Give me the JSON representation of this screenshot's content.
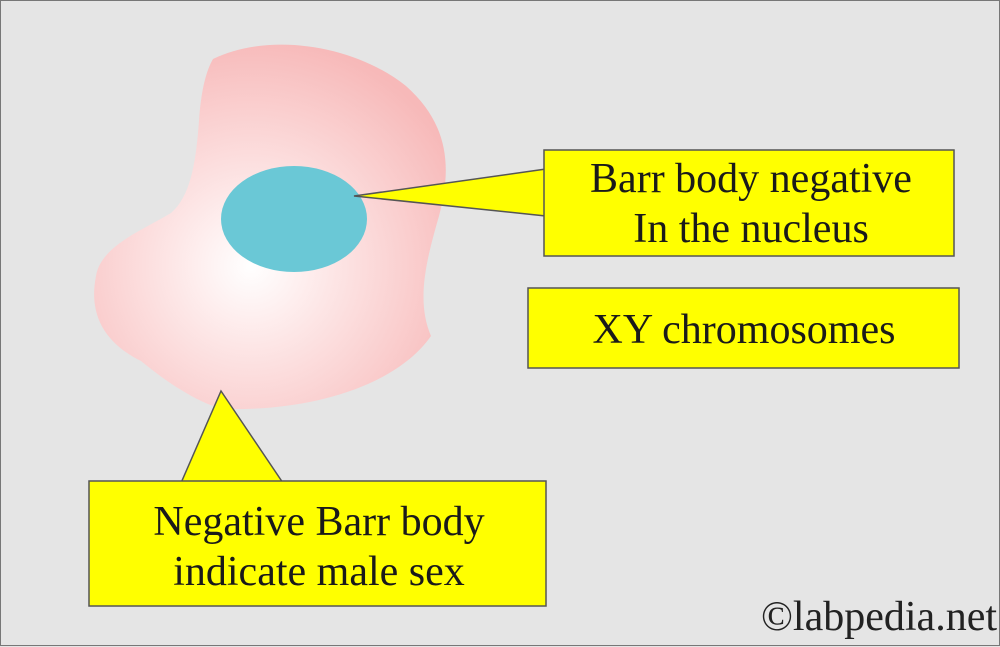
{
  "callouts": {
    "nucleus": {
      "line1": "Barr body negative",
      "line2": "In the nucleus"
    },
    "chromosomes": {
      "text": "XY chromosomes"
    },
    "male": {
      "line1": "Negative  Barr body",
      "line2": "indicate male sex"
    }
  },
  "watermark": "©labpedia.net",
  "colors": {
    "background": "#e5e5e5",
    "cell_edge": "#f7b9b9",
    "cell_center": "#ffffff",
    "nucleus": "#6ac8d6",
    "callout_fill": "#ffff00",
    "callout_border": "#555555"
  }
}
